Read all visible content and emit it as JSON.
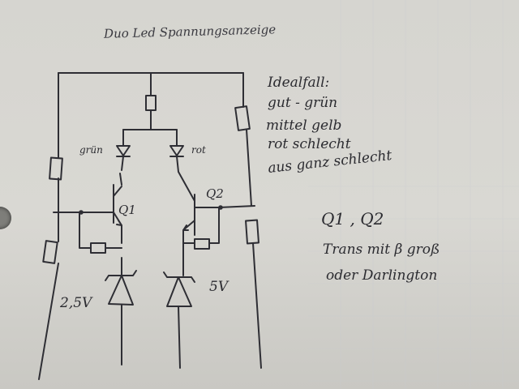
{
  "title": "Duo Led Spannungsanzeige",
  "notes": [
    "Idealfall:",
    "gut - grün",
    "mittel gelb",
    "rot schlecht",
    "aus ganz schlecht"
  ],
  "transistor_line": "Q1 , Q2",
  "transistor_note_1": "Trans mit β groß",
  "transistor_note_2": "oder Darlington",
  "labels": {
    "led_green": "grün",
    "led_red": "rot",
    "q1": "Q1",
    "q2": "Q2",
    "zener1": "2,5V",
    "zener2": "5V"
  },
  "colors": {
    "paper": "#d8d7d2",
    "ink": "#2b2b30",
    "grid": "#c3c8cf"
  }
}
